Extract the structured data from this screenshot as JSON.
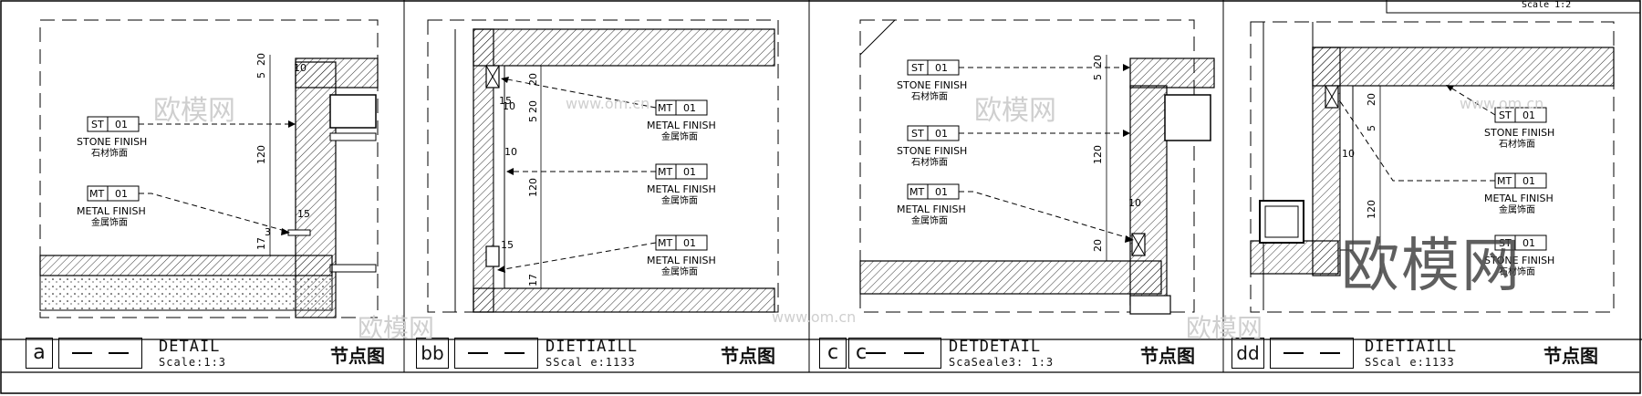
{
  "panels": [
    {
      "id": "a",
      "letter": "a",
      "title": "DETAIL",
      "scale": "Scale:1:3",
      "cn_title": "节点图",
      "callouts": [
        {
          "code": "ST",
          "num": "01",
          "finish": "STONE FINISH",
          "cn": "石材饰面"
        },
        {
          "code": "MT",
          "num": "01",
          "finish": "METAL FINISH",
          "cn": "金属饰面"
        }
      ],
      "dims": [
        "5",
        "20",
        "10",
        "120",
        "17",
        "3",
        "15"
      ]
    },
    {
      "id": "b",
      "letter": "bb",
      "title": "DIETIAILL",
      "scale": "SScal e:1133",
      "cn_title": "节点图",
      "callouts": [
        {
          "code": "MT",
          "num": "01",
          "finish": "METAL FINISH",
          "cn": "金属饰面"
        },
        {
          "code": "MT",
          "num": "01",
          "finish": "METAL FINISH",
          "cn": "金属饰面"
        },
        {
          "code": "MT",
          "num": "01",
          "finish": "METAL FINISH",
          "cn": "金属饰面"
        }
      ],
      "dims": [
        "20",
        "20",
        "5",
        "10",
        "120",
        "17",
        "15",
        "10",
        "15"
      ]
    },
    {
      "id": "c",
      "letter": "c",
      "letter2": "c",
      "title": "DETDETAIL",
      "scale": "ScaSeale3: 1:3",
      "cn_title": "节点图",
      "callouts": [
        {
          "code": "ST",
          "num": "01",
          "finish": "STONE FINISH",
          "cn": "石材饰面"
        },
        {
          "code": "ST",
          "num": "01",
          "finish": "STONE FINISH",
          "cn": "石材饰面"
        },
        {
          "code": "MT",
          "num": "01",
          "finish": "METAL FINISH",
          "cn": "金属饰面"
        }
      ],
      "dims": [
        "5",
        "20",
        "120",
        "10",
        "20"
      ]
    },
    {
      "id": "d",
      "letter": "dd",
      "title": "DIETIAILL",
      "scale": "SScal e:1133",
      "cn_title": "节点图",
      "callouts": [
        {
          "code": "ST",
          "num": "01",
          "finish": "STONE FINISH",
          "cn": "石材饰面"
        },
        {
          "code": "MT",
          "num": "01",
          "finish": "METAL FINISH",
          "cn": "金属饰面"
        },
        {
          "code": "ST",
          "num": "01",
          "finish": "STONE FINISH",
          "cn": "石材饰面"
        }
      ],
      "dims": [
        "20",
        "5",
        "10",
        "120"
      ]
    }
  ],
  "corner_scale": "Scale 1:2",
  "watermarks": {
    "brand_cn": "欧模网",
    "site": "www.om.cn",
    "big_logo": "欧模网"
  }
}
